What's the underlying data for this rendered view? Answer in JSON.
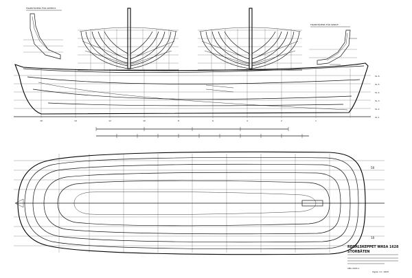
{
  "labels": {
    "title_line1": "REGALSKEPPET WASA 1628",
    "title_line2": "STORBÅTEN",
    "frame_aft": "FRAMSTÄVENS FÖR AKTERST.",
    "frame_fwd": "FRAMSTÄVENS FÖR SPRAYF.",
    "station_top": "50",
    "station_bottom": "10",
    "drawing_number": "CBS 2018 1",
    "signature": "Signe. rnr. 1625"
  },
  "stations": [
    "16",
    "14",
    "12",
    "10",
    "8",
    "6",
    "4",
    "2",
    "1"
  ],
  "waterlines": [
    "VL 6",
    "VL 5",
    "VL 4",
    "VL 3",
    "VL 2",
    "VL 1"
  ]
}
